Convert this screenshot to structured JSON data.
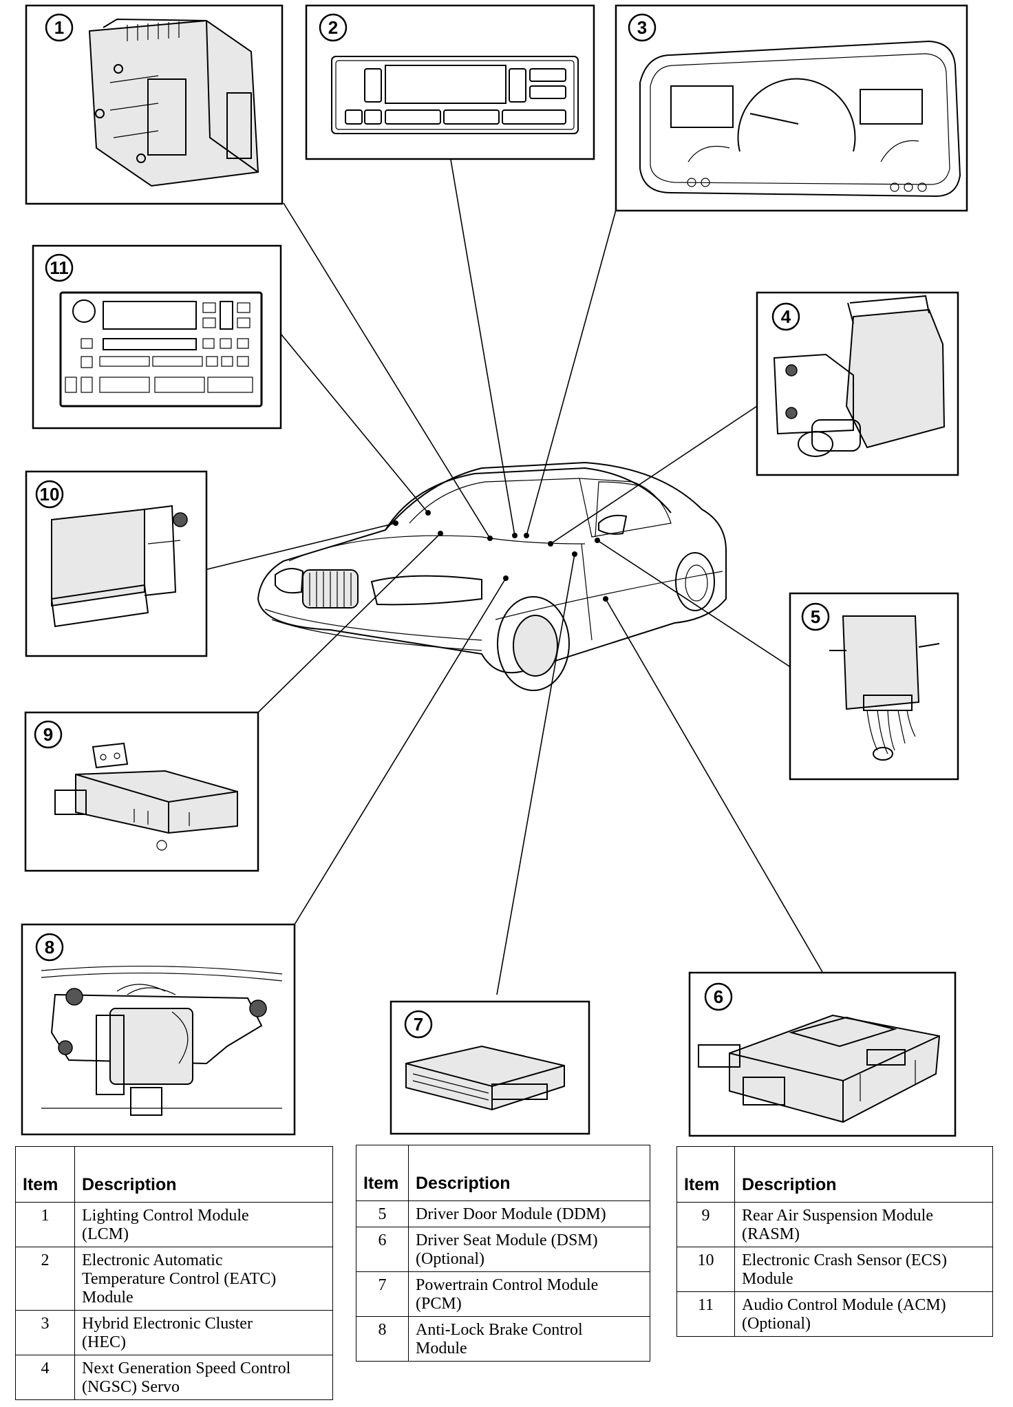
{
  "callouts": [
    "1",
    "2",
    "3",
    "4",
    "5",
    "6",
    "7",
    "8",
    "9",
    "10",
    "11"
  ],
  "tables": [
    {
      "header": {
        "item": "Item",
        "description": "Description"
      },
      "rows": [
        {
          "item": "1",
          "description": "Lighting Control Module\n(LCM)"
        },
        {
          "item": "2",
          "description": "Electronic Automatic\nTemperature Control (EATC)\nModule"
        },
        {
          "item": "3",
          "description": "Hybrid Electronic Cluster\n(HEC)"
        },
        {
          "item": "4",
          "description": "Next Generation Speed Control\n(NGSC) Servo"
        }
      ]
    },
    {
      "header": {
        "item": "Item",
        "description": "Description"
      },
      "rows": [
        {
          "item": "5",
          "description": "Driver Door Module (DDM)"
        },
        {
          "item": "6",
          "description": "Driver Seat Module (DSM)\n(Optional)"
        },
        {
          "item": "7",
          "description": "Powertrain Control Module\n(PCM)"
        },
        {
          "item": "8",
          "description": "Anti-Lock Brake Control\nModule"
        }
      ]
    },
    {
      "header": {
        "item": "Item",
        "description": "Description"
      },
      "rows": [
        {
          "item": "9",
          "description": "Rear Air Suspension Module\n(RASM)"
        },
        {
          "item": "10",
          "description": "Electronic Crash Sensor (ECS)\nModule"
        },
        {
          "item": "11",
          "description": "Audio Control Module (ACM)\n(Optional)"
        }
      ]
    }
  ]
}
